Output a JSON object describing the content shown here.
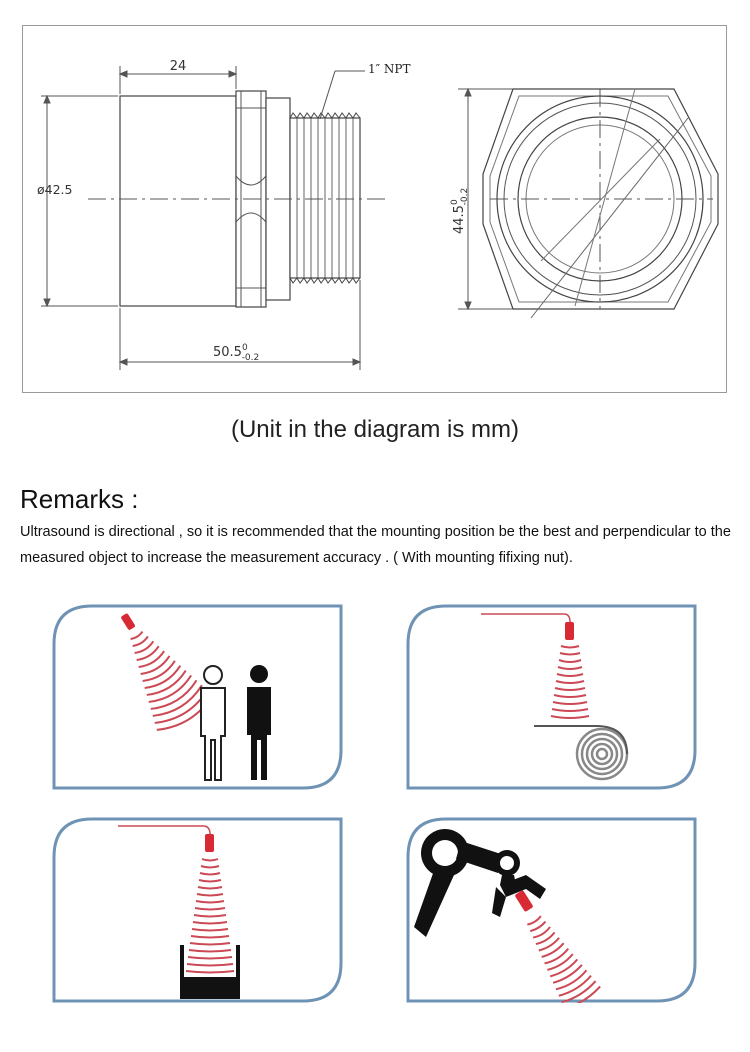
{
  "drawing": {
    "dim_length_top": "24",
    "thread_label": "1″ NPT",
    "dim_diameter": "ø42.5",
    "dim_total_length": "50.5",
    "dim_total_upper_tol": "0",
    "dim_total_lower_tol": "-0.2",
    "dim_hex": "44.5",
    "dim_hex_upper_tol": "0",
    "dim_hex_lower_tol": "-0.2"
  },
  "caption": "(Unit in the diagram is mm)",
  "remarks": {
    "title": "Remarks :",
    "body": "Ultrasound is directional , so it is recommended that the mounting position be the best and perpendicular to the measured object to increase the measurement accuracy . ( With mounting fifixing nut)."
  },
  "illustrations": [
    {
      "icon": "people-detection-illustration"
    },
    {
      "icon": "coil-detection-illustration"
    },
    {
      "icon": "tank-level-illustration"
    },
    {
      "icon": "robot-arm-illustration"
    }
  ],
  "colors": {
    "panel_border": "#6f93b4",
    "sensor_red": "#d82a35",
    "wave_red": "#cc4a55",
    "line_gray": "#444444"
  }
}
